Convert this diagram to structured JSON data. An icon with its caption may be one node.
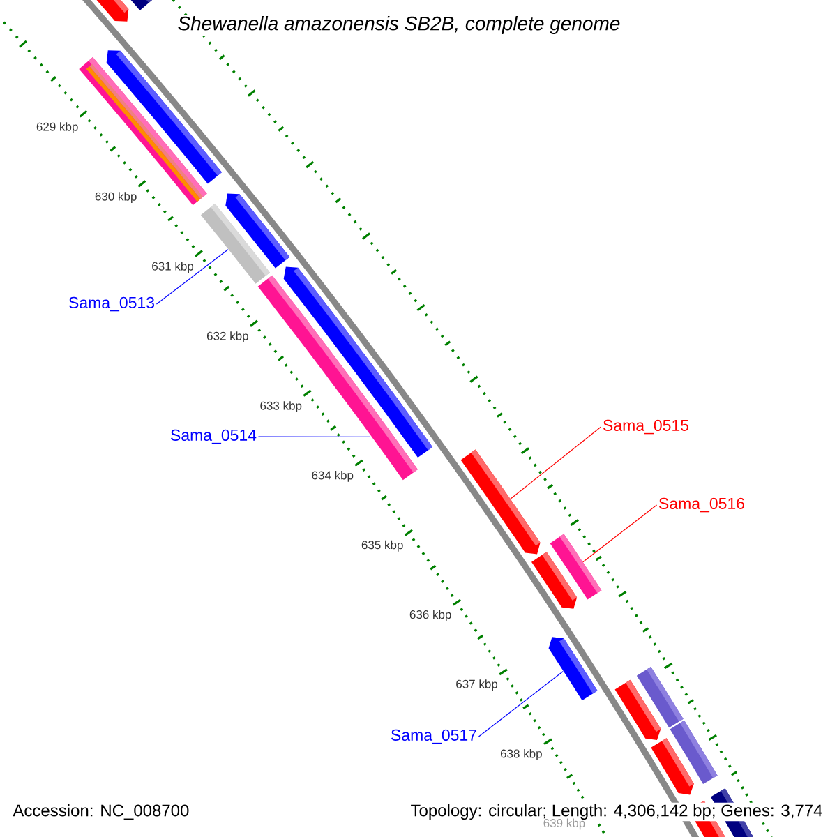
{
  "diagram": {
    "title": "Shewanella amazonensis SB2B, complete genome",
    "nodes": [
      {
        "text": [
          "Sama_0513"
        ]
      },
      {
        "text": [],
        "shape": "bar"
      },
      {
        "text": [
          "Sama_0514"
        ]
      },
      {
        "text": [],
        "shape": "bar"
      },
      {
        "text": [
          "Sama_0515"
        ]
      },
      {
        "text": [],
        "shape": "bar"
      },
      {
        "text": [
          "Sama_0516"
        ]
      },
      {
        "text": [],
        "shape": "bar"
      },
      {
        "text": [
          "Sama_0517"
        ]
      },
      {
        "text": [],
        "shape": "bar"
      }
    ],
    "edges": [
      {
        "from": 0,
        "to": 1,
        "arrow": "none",
        "color": "#0000ff"
      },
      {
        "from": 2,
        "to": 3,
        "arrow": "none",
        "color": "#0000ff"
      },
      {
        "from": 4,
        "to": 5,
        "arrow": "none",
        "color": "#ff0000"
      },
      {
        "from": 6,
        "to": 7,
        "arrow": "none",
        "color": "#ff0000"
      },
      {
        "from": 8,
        "to": 9,
        "arrow": "none",
        "color": "#0000ff"
      }
    ],
    "labels": [
      "629 kbp",
      "630 kbp",
      "631 kbp",
      "632 kbp",
      "633 kbp",
      "634 kbp",
      "635 kbp",
      "636 kbp",
      "637 kbp",
      "638 kbp",
      "639 kbp",
      "Accession: NC_008700",
      "Topology: circular; Length: 4,306,142 bp; Genes: 3,774"
    ]
  }
}
